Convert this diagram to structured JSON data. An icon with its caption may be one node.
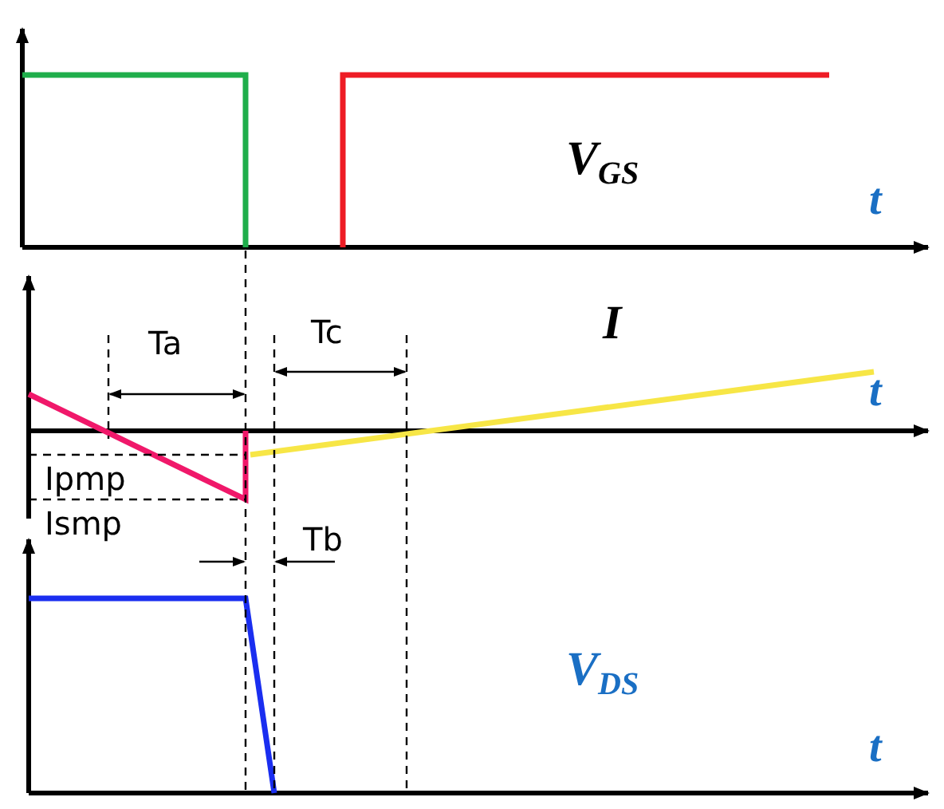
{
  "diagram": {
    "labels": [
      "V$_{GS}$",
      "t",
      "Ta",
      "Tc",
      "I",
      "t",
      "Ipmp",
      "Ismp",
      "Tb",
      "V$_{DS}$",
      "t"
    ]
  }
}
